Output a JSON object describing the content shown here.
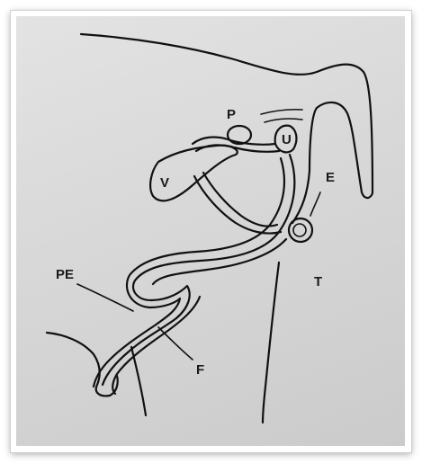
{
  "labels": {
    "p": "P",
    "u": "U",
    "v": "V",
    "e": "E",
    "t": "T",
    "pe": "PE",
    "f": "F"
  }
}
